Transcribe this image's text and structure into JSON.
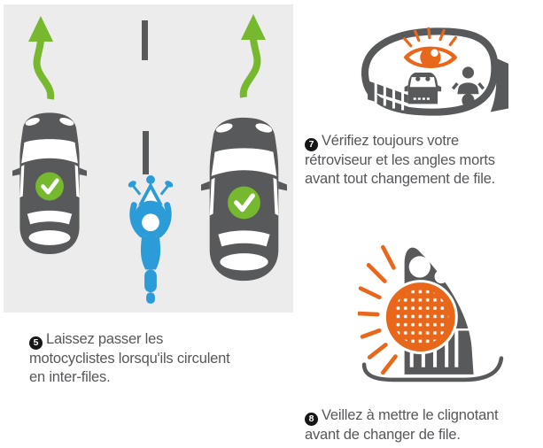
{
  "colors": {
    "panel_bg": "#ececec",
    "car_gray": "#58595b",
    "green": "#76b82e",
    "blue": "#2b9cd8",
    "orange": "#e8671b",
    "text": "#56575a"
  },
  "icons": {
    "left_arrow": "curved-up-arrow",
    "right_arrow": "curved-up-arrow",
    "left_car": "car-top-view",
    "right_car": "car-top-view",
    "left_check": "checkmark-circle",
    "right_check": "checkmark-circle",
    "motorcycle": "motorcycle-between-lanes",
    "mirror": "side-mirror-with-eye-car-and-motorcycle",
    "blinker": "car-turn-signal-blinking"
  },
  "notes": [
    {
      "num": "5",
      "text": "Laissez passer les motocyclistes lorsqu'ils circulent en inter-files.",
      "lines": [
        "Laissez passer les",
        "motocyclistes lorsqu'ils circulent",
        "en inter-files."
      ]
    },
    {
      "num": "7",
      "text": "Vérifiez toujours votre rétroviseur et les angles morts avant tout changement de file.",
      "lines": [
        "Vérifiez toujours votre",
        "rétroviseur et les angles morts",
        "avant tout changement de file."
      ]
    },
    {
      "num": "8",
      "text": "Veillez à mettre le clignotant avant de changer de file.",
      "lines": [
        "Veillez à mettre le clignotant",
        "avant de changer de file."
      ]
    }
  ]
}
